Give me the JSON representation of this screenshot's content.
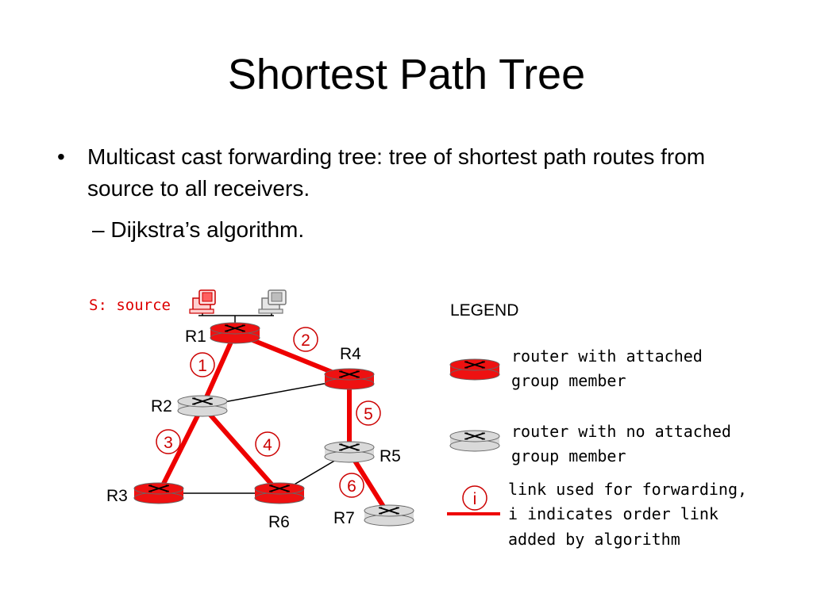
{
  "title": "Shortest Path Tree",
  "bullets": {
    "main_marker": "•",
    "main": "Multicast cast forwarding tree: tree of shortest path routes from source to all receivers.",
    "sub": "– Dijkstra’s algorithm."
  },
  "diagram": {
    "source_label": "S: source",
    "routers": {
      "R1": "R1",
      "R2": "R2",
      "R3": "R3",
      "R4": "R4",
      "R5": "R5",
      "R6": "R6",
      "R7": "R7"
    },
    "link_orders": [
      "1",
      "2",
      "3",
      "4",
      "5",
      "6"
    ]
  },
  "legend": {
    "title": "LEGEND",
    "member_router": [
      "router with attached",
      "group member"
    ],
    "plain_router": [
      "router with no attached",
      "group member"
    ],
    "link_marker": "i",
    "link": [
      "link used for forwarding,",
      "i indicates order link",
      "added by algorithm"
    ]
  },
  "colors": {
    "forwarding_link": "#ee0000",
    "member_router": "#ee1111",
    "plain_router": "#d9d9d9",
    "order_label": "#cc0000",
    "source_label": "#dd0000"
  }
}
